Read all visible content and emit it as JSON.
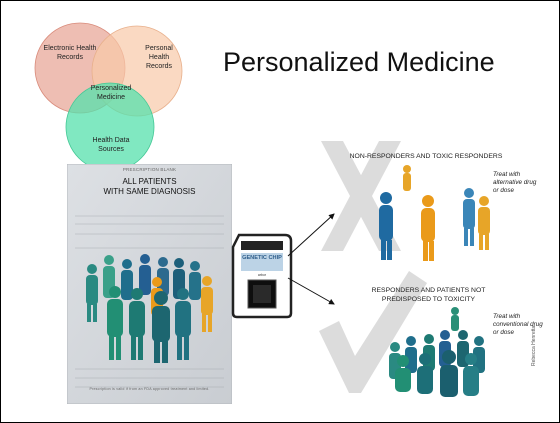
{
  "slide": {
    "title": "Personalized Medicine"
  },
  "venn": {
    "circle_ehr": "Electronic Health Records",
    "circle_phr": "Personal Health Records",
    "circle_hds": "Health Data Sources",
    "center": "Personalized Medicine",
    "colors": {
      "ehr": "#e8a89a",
      "phr": "#f8c9a8",
      "hds": "#6ee3b3"
    }
  },
  "prescription": {
    "header": "PRESCRIPTION BLANK",
    "title_line1": "ALL PATIENTS",
    "title_line2": "WITH SAME DIAGNOSIS",
    "footer": "Prescription is valid if from an FDA approved treatment and limited."
  },
  "chip": {
    "top": "GENETIC",
    "label": "GENETIC CHIP",
    "sub": "arbor"
  },
  "upper_group": {
    "heading_line1": "NON-RESPONDERS AND TOXIC RESPONDERS",
    "note": "Treat with alternative drug or dose"
  },
  "lower_group": {
    "heading_line1": "RESPONDERS AND PATIENTS NOT",
    "heading_line2": "PREDISPOSED TO TOXICITY",
    "note": "Treat with conventional drug or dose"
  },
  "credit": "Rebecca Henretta"
}
